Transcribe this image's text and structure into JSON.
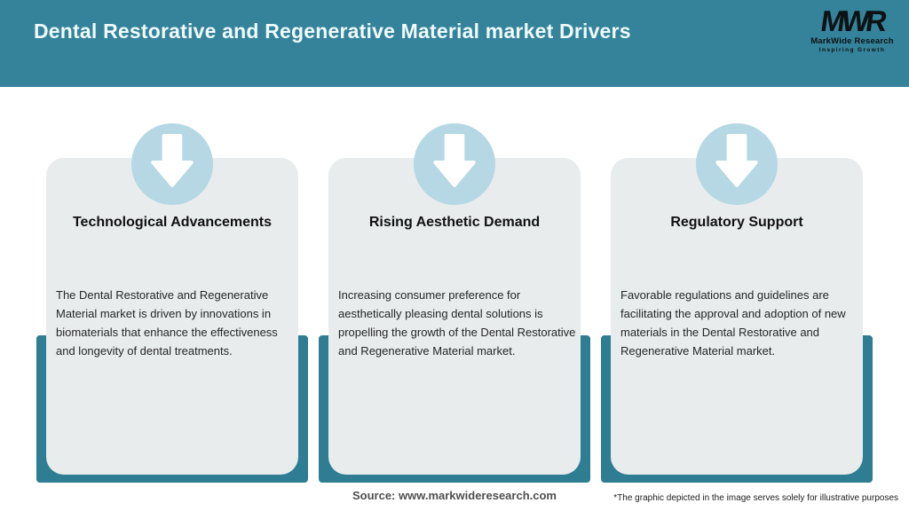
{
  "header": {
    "title": "Dental Restorative and Regenerative Material market Drivers",
    "logo": {
      "acronym": "MWR",
      "name": "MarkWide Research",
      "tagline": "Inspiring Growth"
    }
  },
  "cards": [
    {
      "icon": "down-arrow-icon",
      "title": "Technological Advancements",
      "body": "The Dental Restorative and Regenerative Material market is driven by innovations in biomaterials that enhance the effectiveness and longevity of dental treatments."
    },
    {
      "icon": "down-arrow-icon",
      "title": "Rising Aesthetic Demand",
      "body": "Increasing consumer preference for aesthetically pleasing dental solutions is propelling the growth of the Dental Restorative and Regenerative Material market."
    },
    {
      "icon": "down-arrow-icon",
      "title": "Regulatory Support",
      "body": "Favorable regulations and guidelines are facilitating the approval and adoption of new materials in the Dental Restorative and Regenerative Material market."
    }
  ],
  "footer": {
    "source": "Source: www.markwideresearch.com",
    "disclaimer": "*The graphic depicted in the image serves solely for illustrative purposes"
  },
  "colors": {
    "header_teal": "#34839A",
    "band_teal": "#2E7D93",
    "card_gray": "#E8ECED",
    "circle_blue": "#B5D8E4",
    "title_text": "#EFFAFB"
  }
}
